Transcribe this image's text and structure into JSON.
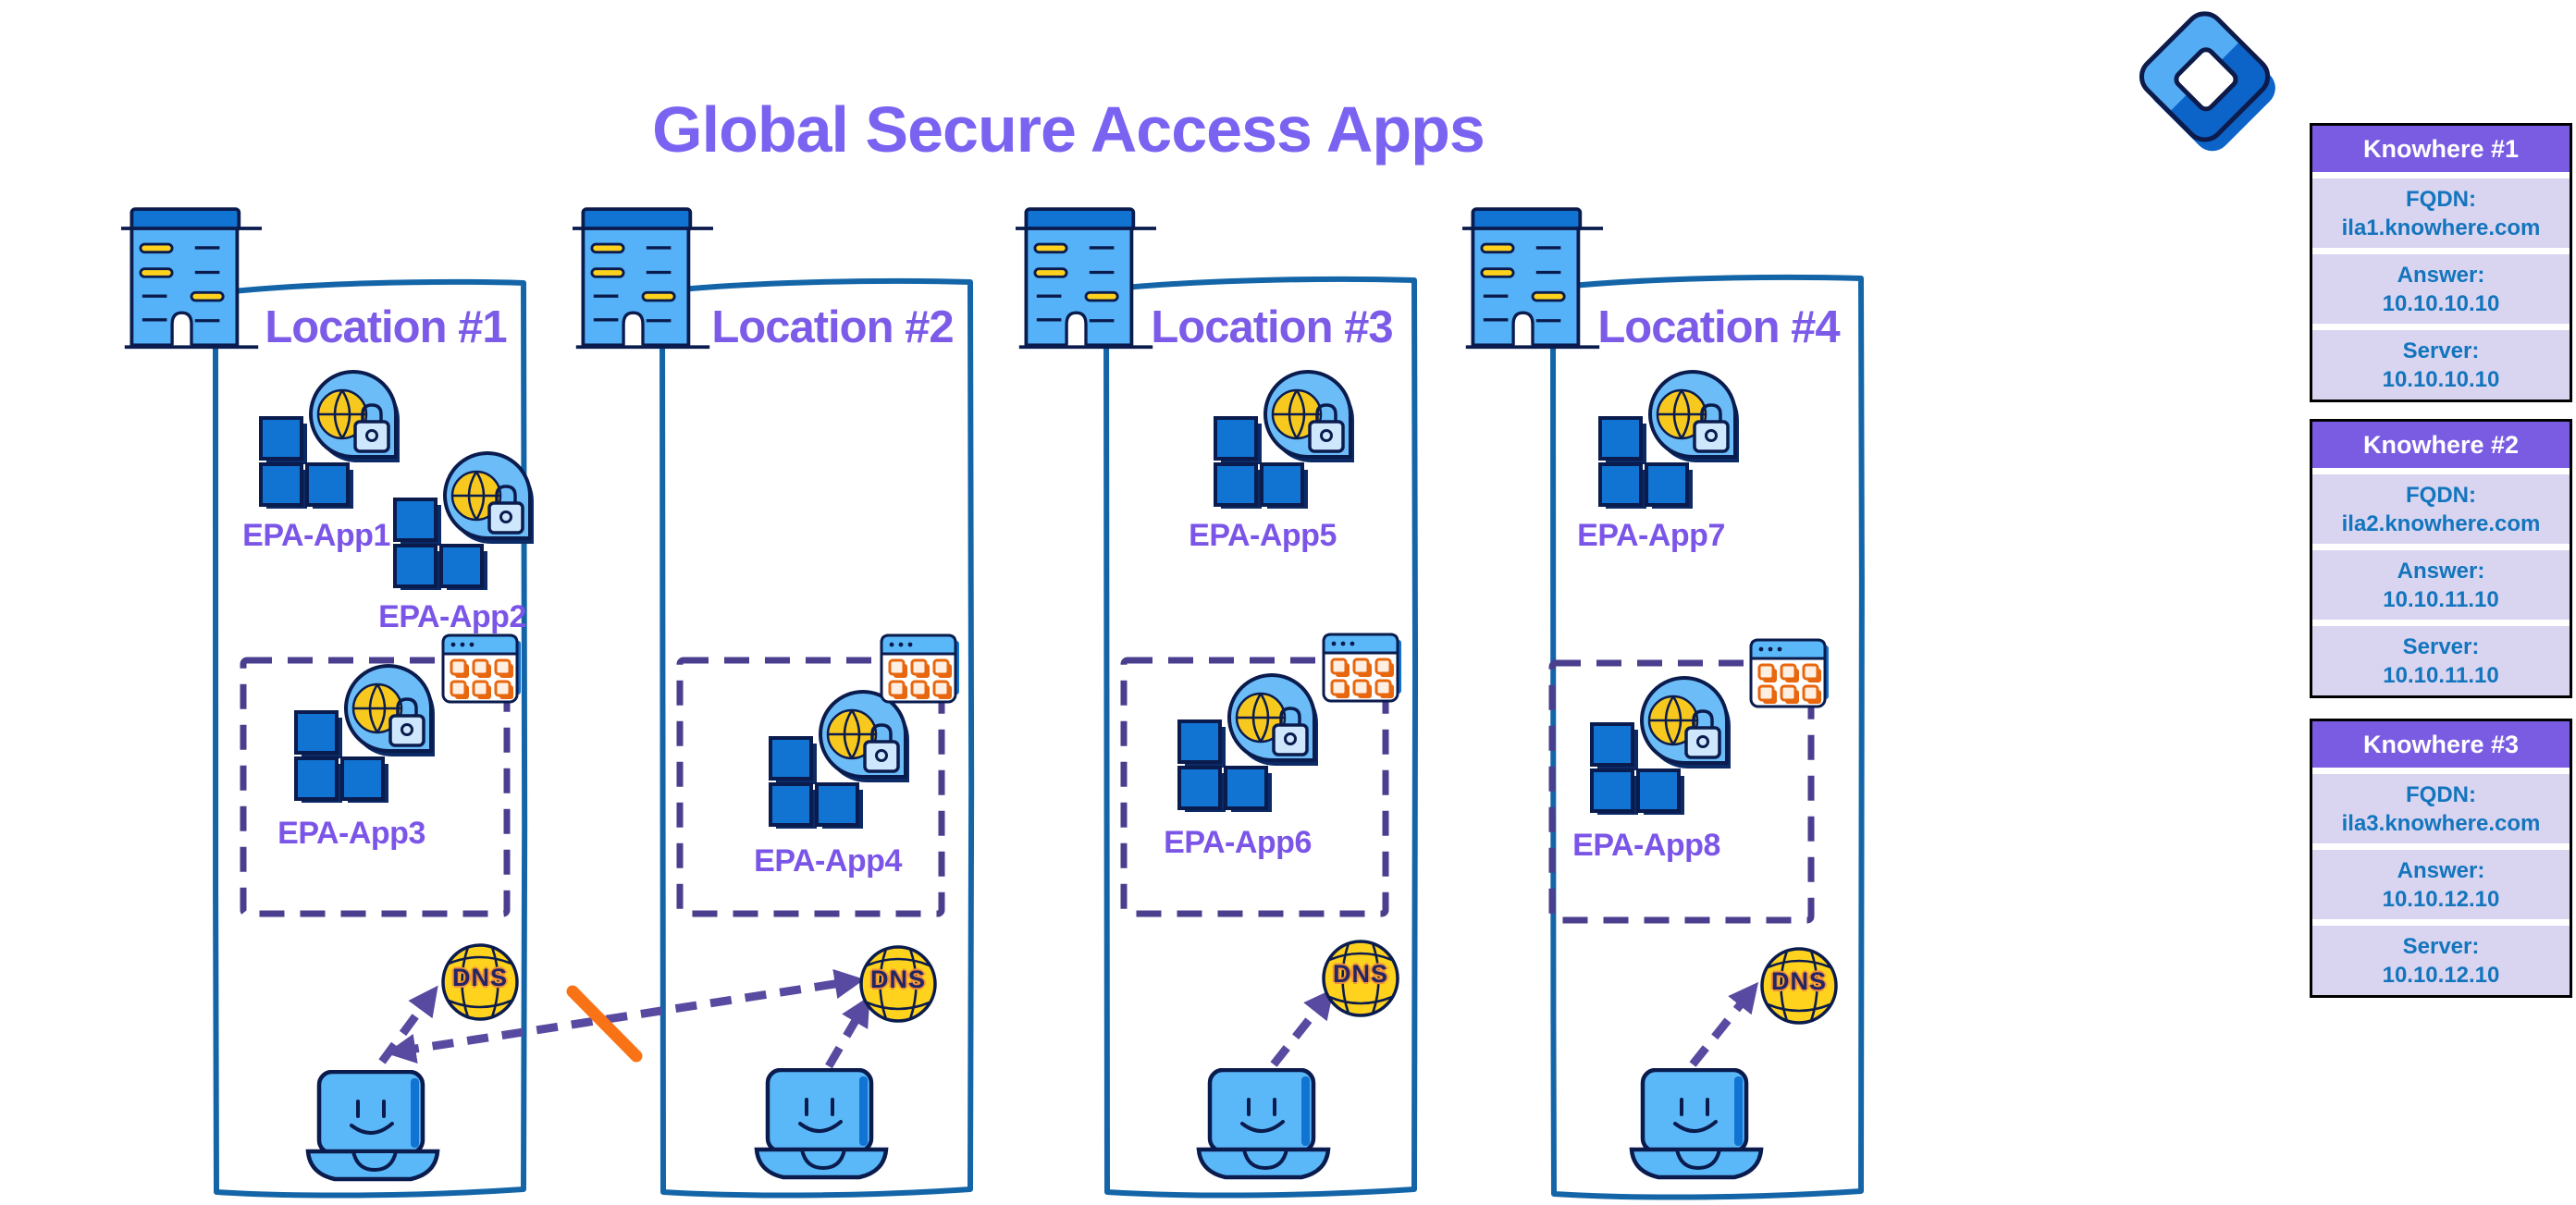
{
  "title": "Global Secure Access Apps",
  "dns_label": "DNS",
  "locations": [
    {
      "label": "Location #1",
      "apps": [
        "EPA-App1",
        "EPA-App2"
      ],
      "boxed_app": "EPA-App3"
    },
    {
      "label": "Location #2",
      "apps": [],
      "boxed_app": "EPA-App4"
    },
    {
      "label": "Location #3",
      "apps": [
        "EPA-App5"
      ],
      "boxed_app": "EPA-App6"
    },
    {
      "label": "Location #4",
      "apps": [
        "EPA-App7"
      ],
      "boxed_app": "EPA-App8"
    }
  ],
  "dns_tables": [
    {
      "title": "Knowhere #1",
      "rows": [
        {
          "label": "FQDN:",
          "value": "ila1.knowhere.com"
        },
        {
          "label": "Answer:",
          "value": "10.10.10.10"
        },
        {
          "label": "Server:",
          "value": "10.10.10.10"
        }
      ]
    },
    {
      "title": "Knowhere #2",
      "rows": [
        {
          "label": "FQDN:",
          "value": "ila2.knowhere.com"
        },
        {
          "label": "Answer:",
          "value": "10.10.11.10"
        },
        {
          "label": "Server:",
          "value": "10.10.11.10"
        }
      ]
    },
    {
      "title": "Knowhere #3",
      "rows": [
        {
          "label": "FQDN:",
          "value": "ila3.knowhere.com"
        },
        {
          "label": "Answer:",
          "value": "10.10.12.10"
        },
        {
          "label": "Server:",
          "value": "10.10.12.10"
        }
      ]
    }
  ],
  "icons": {
    "logo": "global-secure-access-logo",
    "building": "office-building-icon",
    "app": "enterprise-app-globe-lock-icon",
    "browser": "app-grid-browser-window-icon",
    "dns": "dns-globe-icon",
    "user": "user-laptop-icon",
    "blocked": "blocked-slash-indicator"
  },
  "colors": {
    "title_purple": "#7B63F2",
    "label_purple": "#7B55E8",
    "panel_header_purple": "#7A5CE3",
    "panel_row_lavender": "#D9D4F0",
    "panel_text_blue": "#1375BD",
    "box_border_blue": "#1365A8",
    "dashed_purple": "#4A3E8E",
    "arrow_purple": "#584AA0",
    "blocked_orange": "#F97316",
    "app_blue": "#1173D2",
    "light_blue": "#5BB8F8",
    "globe_yellow": "#FFD21E",
    "navy": "#0A1B4D"
  }
}
